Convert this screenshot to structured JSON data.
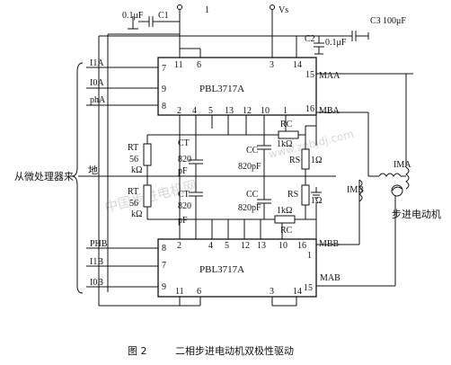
{
  "watermark": {
    "cn": "中国步进电机网",
    "url": "www.zgbjdj.com"
  },
  "ics": {
    "top": {
      "name": "PBL3717A",
      "pins": {
        "p7": "7",
        "p9": "9",
        "p8": "8",
        "p11": "11",
        "p6": "6",
        "p3": "3",
        "p14": "14",
        "p15": "15",
        "p16": "16",
        "p2": "2",
        "p4": "4",
        "p5": "5",
        "p13": "13",
        "p12": "12",
        "p10": "10",
        "p1": "1"
      }
    },
    "bottom": {
      "name": "PBL3717A",
      "pins": {
        "p8": "8",
        "p7": "7",
        "p9": "9",
        "p2": "2",
        "p4": "4",
        "p5": "5",
        "p12": "12",
        "p13": "13",
        "p10": "10",
        "p16": "16",
        "p1": "1",
        "p11": "11",
        "p6": "6",
        "p3": "3",
        "p14": "14",
        "p15": "15"
      }
    }
  },
  "labels": {
    "maa": "MAA",
    "mba": "MBA",
    "mbb": "MBB",
    "mab": "MAB",
    "from_mcu": "从微处理器来",
    "ground": "地"
  },
  "inputs": {
    "i_a": "I1A",
    "i_0a": "I0A",
    "ph_a": "phA",
    "ph_b": "PHB",
    "i_b": "I1B",
    "i_0b": "I0B"
  },
  "components": {
    "c1": {
      "name": "C1",
      "value": "0.1μF"
    },
    "supply_pin": "1",
    "vs": "Vs",
    "c2": {
      "name": "C2",
      "value": "0.1μF"
    },
    "c3": {
      "name": "C3",
      "value": "100μF"
    },
    "rt": {
      "name": "RT",
      "value": "56",
      "unit": "kΩ"
    },
    "ct": {
      "name": "CT",
      "value": "820",
      "unit": "pF"
    },
    "cc": {
      "name": "CC",
      "value": "820pF"
    },
    "rc": {
      "name": "RC",
      "value": "1kΩ"
    },
    "rs": {
      "name": "RS",
      "value": "1Ω"
    }
  },
  "motor": {
    "i_ma": "IMA",
    "i_mb": "IMB",
    "name": "步进电动机"
  },
  "caption": {
    "number": "图 2",
    "text": "二相步进电动机双极性驱动"
  }
}
